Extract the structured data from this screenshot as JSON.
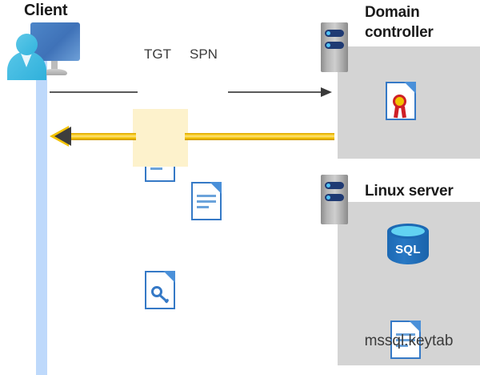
{
  "diagram": {
    "title": "Kerberos authentication flow between client, domain controller and Linux server",
    "background_color": "#ffffff"
  },
  "actors": {
    "client": {
      "label": "Client",
      "icon": "user-monitor-icon",
      "lifeline_color": "#bed9fb"
    },
    "domain_controller": {
      "label": "Domain controller",
      "icon": "server-rack-icon",
      "panel_color": "#d4d4d4",
      "contents": [
        {
          "icon": "certificate-document-icon",
          "label": ""
        }
      ]
    },
    "linux_server": {
      "label": "Linux server",
      "icon": "server-rack-icon",
      "panel_color": "#d4d4d4",
      "contents": [
        {
          "icon": "sql-database-icon",
          "label": "SQL"
        },
        {
          "icon": "keytab-document-icon",
          "label": "mssql.keytab"
        }
      ]
    }
  },
  "messages": [
    {
      "id": "request",
      "direction": "client-to-domain-controller",
      "color": "#5a5a5a",
      "artifacts": [
        {
          "label": "TGT",
          "icon": "document-icon"
        },
        {
          "label": "SPN",
          "icon": "document-icon"
        }
      ]
    },
    {
      "id": "response",
      "direction": "domain-controller-to-client",
      "color": "#f3c200",
      "highlight_color": "#fdf2cc",
      "artifacts": [
        {
          "label": "",
          "icon": "key-document-icon"
        }
      ]
    }
  ],
  "labels": {
    "tgt": "TGT",
    "spn": "SPN",
    "sql": "SQL",
    "keytab": "mssql.keytab",
    "client": "Client",
    "domain_controller_line1": "Domain",
    "domain_controller_line2": "controller",
    "linux_server": "Linux server"
  }
}
